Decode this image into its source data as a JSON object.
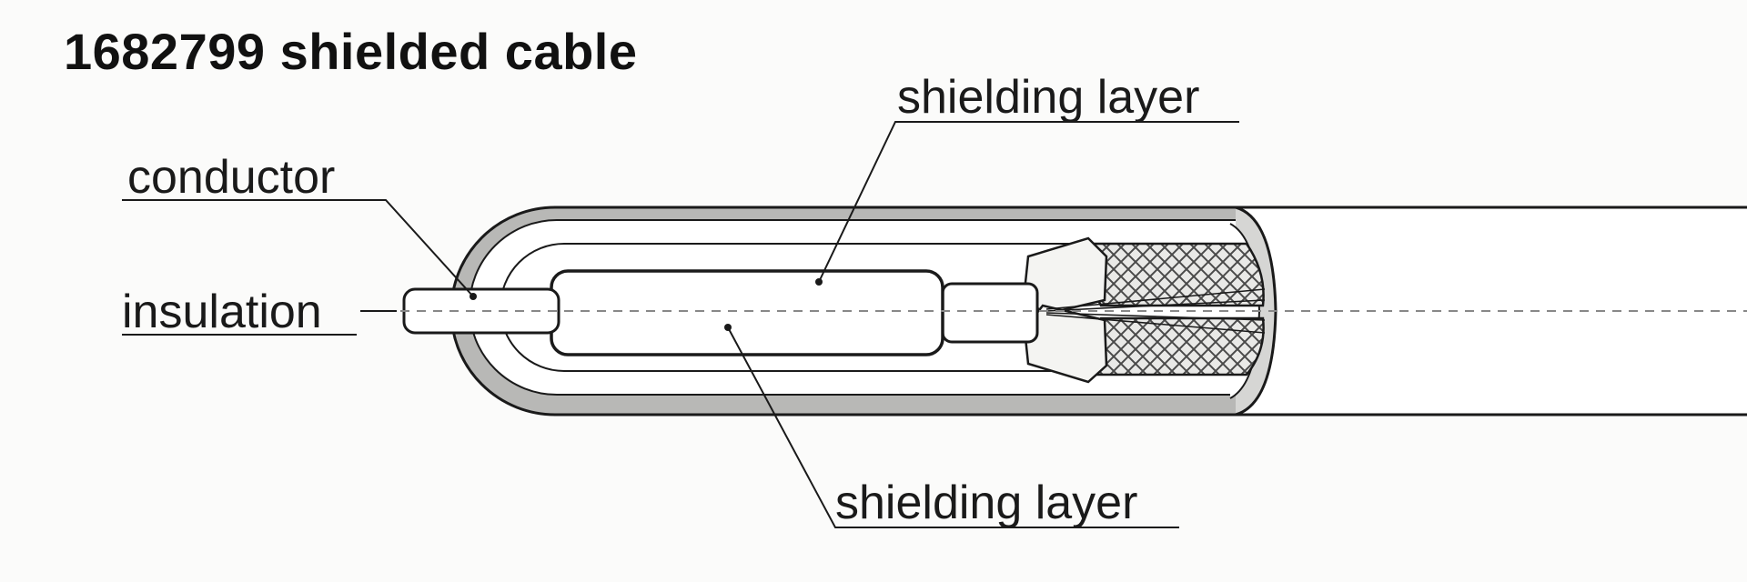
{
  "title": "1682799 shielded cable",
  "labels": {
    "conductor": "conductor",
    "insulation": "insulation",
    "shielding_top": "shielding layer",
    "shielding_bottom": "shielding layer"
  },
  "colors": {
    "outline": "#1a1a1a",
    "jacket_gray": "#b8b8b6",
    "fill": "#ffffff",
    "braid": "#555555"
  }
}
